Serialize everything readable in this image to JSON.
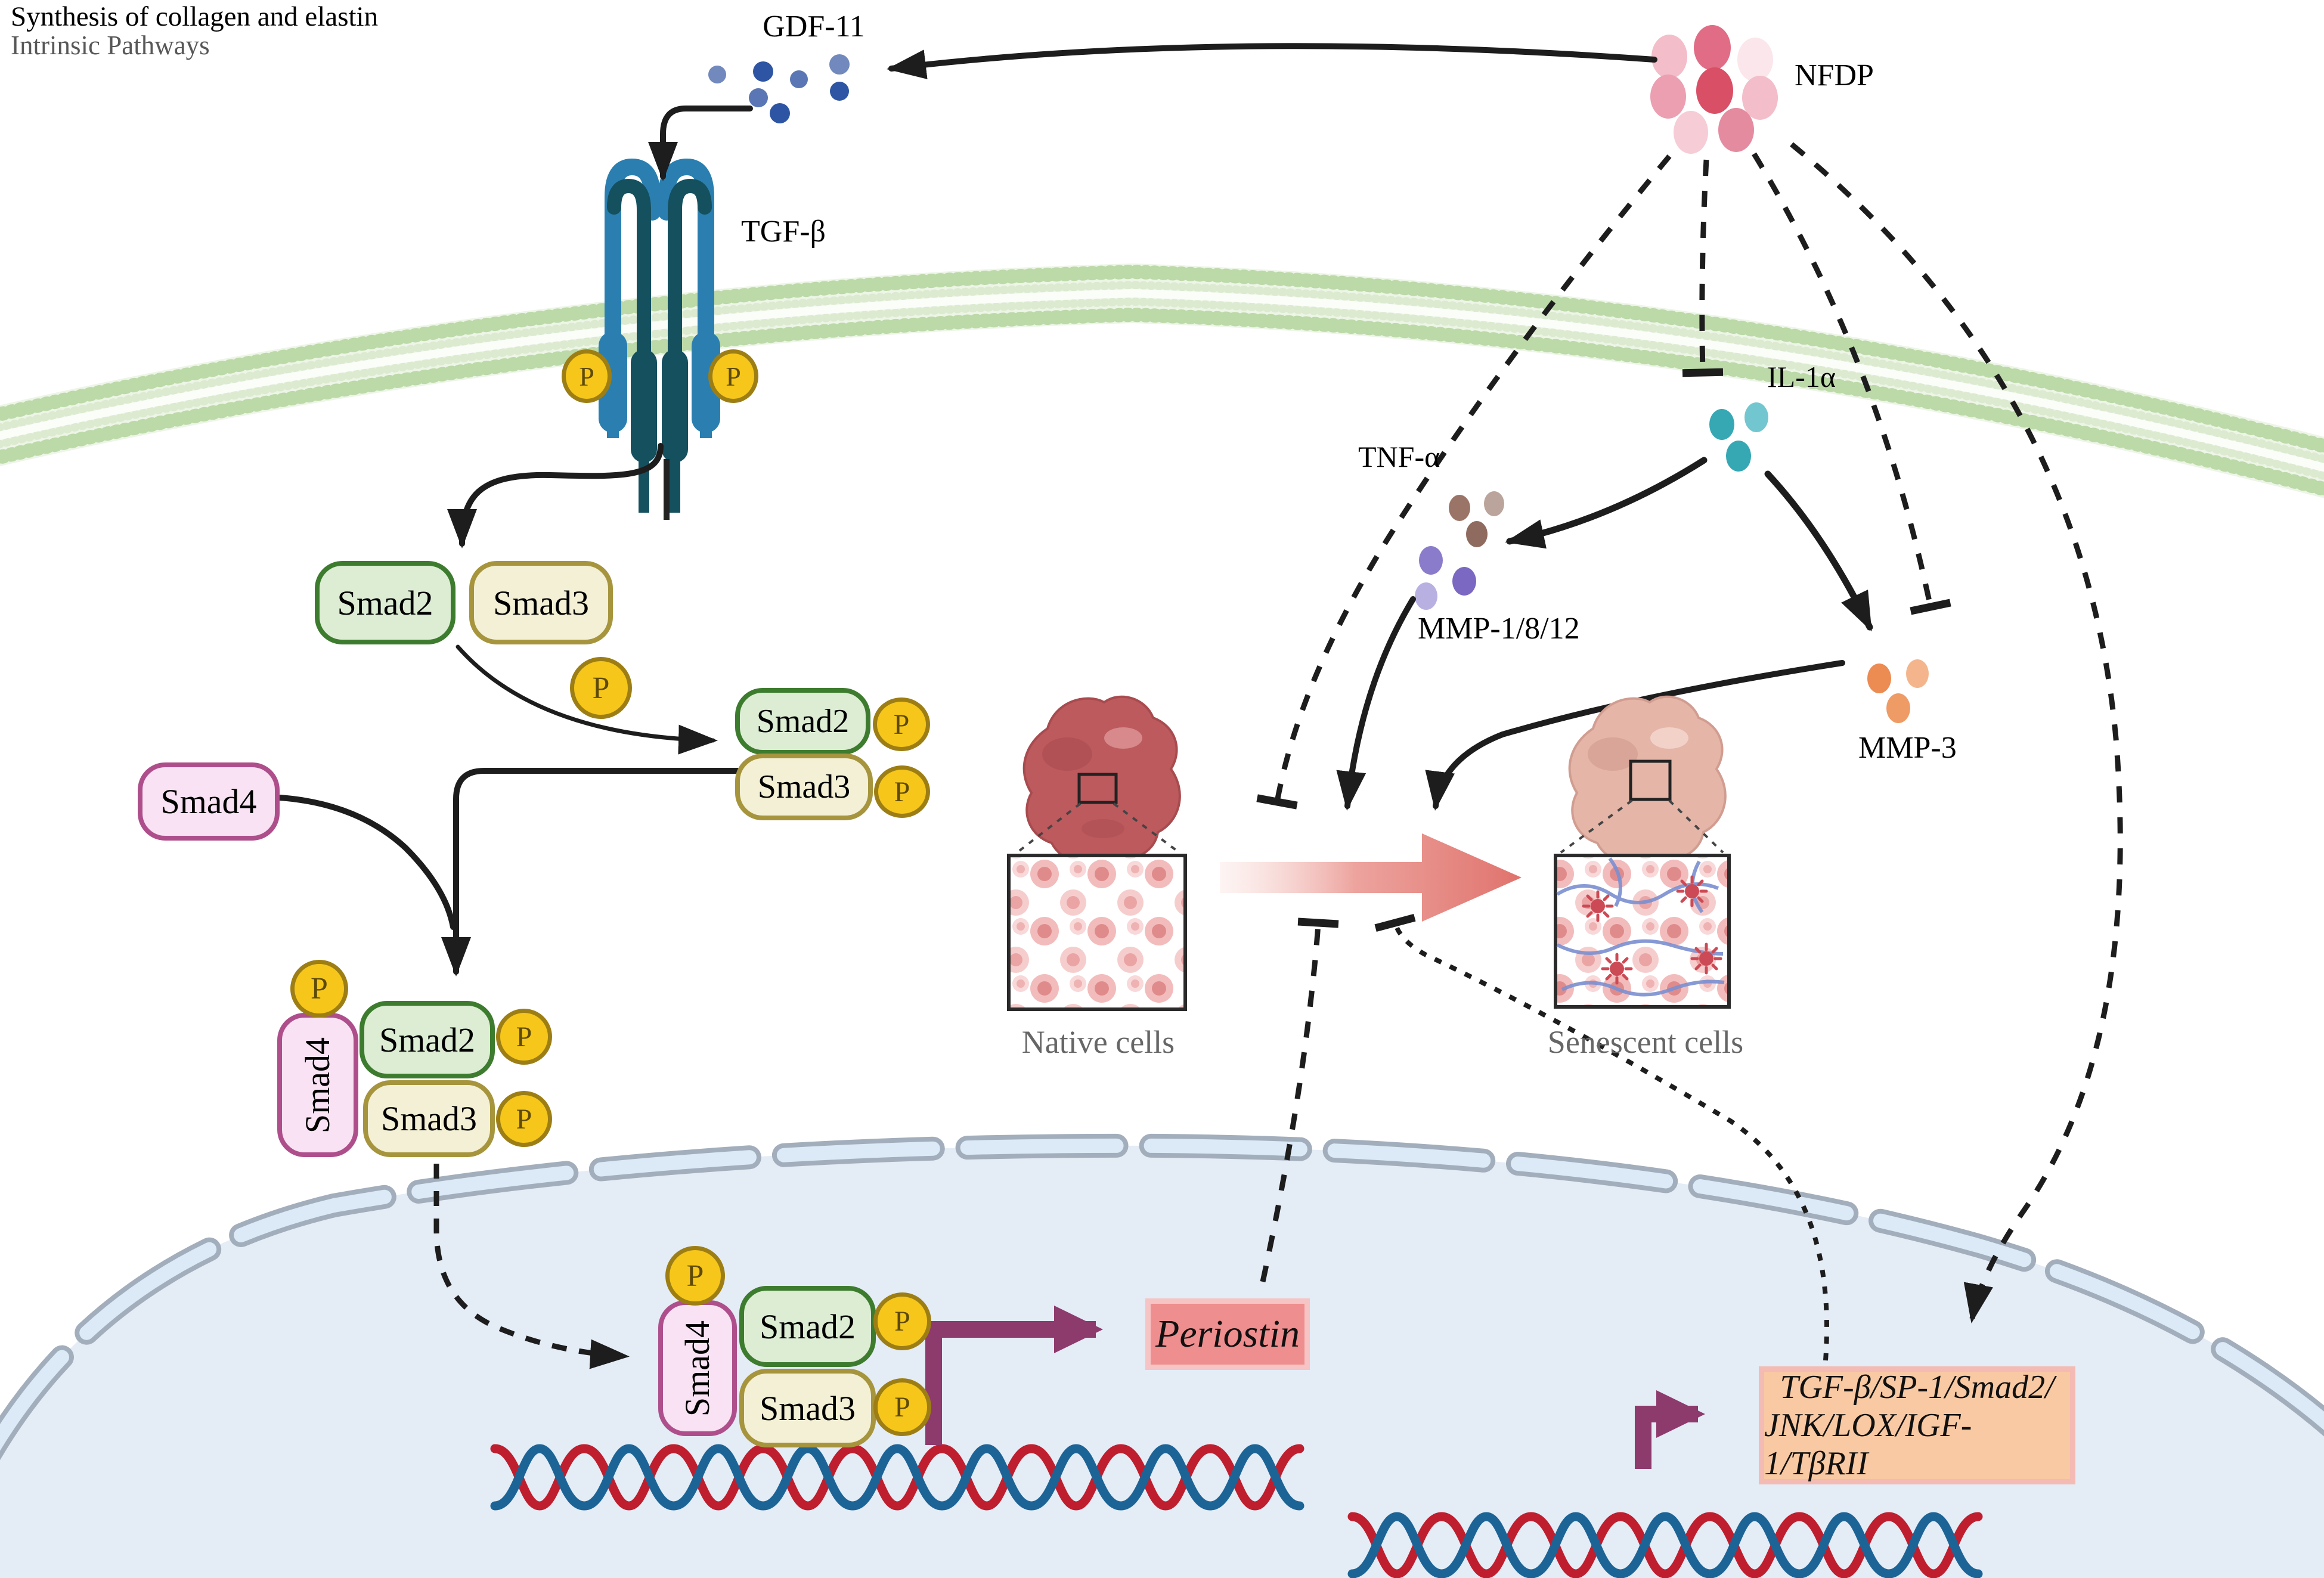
{
  "title": {
    "line1": "Synthesis of collagen and elastin",
    "line2": "Intrinsic Pathways"
  },
  "labels": {
    "gdf11": "GDF-11",
    "tgfb": "TGF-β",
    "nfdp": "NFDP",
    "il1a": "IL-1α",
    "tnfa": "TNF-α",
    "mmp1812": "MMP-1/8/12",
    "mmp3": "MMP-3",
    "smad2": "Smad2",
    "smad3": "Smad3",
    "smad4": "Smad4",
    "phosphate": "P",
    "periostin": "Periostin"
  },
  "gene_box": {
    "line1": "TGF-β/SP-1/Smad2/",
    "line2": "JNK/LOX/IGF-1/TβRII"
  },
  "cells": {
    "native": "Native cells",
    "senescent": "Senescent cells"
  },
  "colors": {
    "membrane_bead": "#bcd9a8",
    "membrane_band": "#edf5e7",
    "receptor_light": "#2a7fb0",
    "receptor_dark": "#15505f",
    "phosphate_fill": "#f6c71a",
    "smad2_border": "#3d7c2e",
    "smad3_border": "#a6953d",
    "smad4_border": "#ae4f8c",
    "nfdp_dot": "#d94f66",
    "gdf11_dot": "#2e55a3",
    "il1a_dot": "#35a8b4",
    "tnfa_dot": "#9b7468",
    "mmp1812_dot": "#8b7ccb",
    "mmp3_dot": "#ec8b52",
    "transition_arrow": "#e0736d",
    "transcription_arrow": "#8d3a6d",
    "dna_red": "#bf1e2e",
    "dna_blue": "#1d6496",
    "nucleus_fill": "#e4ecf6",
    "periostin_fill": "#ee8e8e",
    "gene_box_fill": "#f8c9a2"
  }
}
